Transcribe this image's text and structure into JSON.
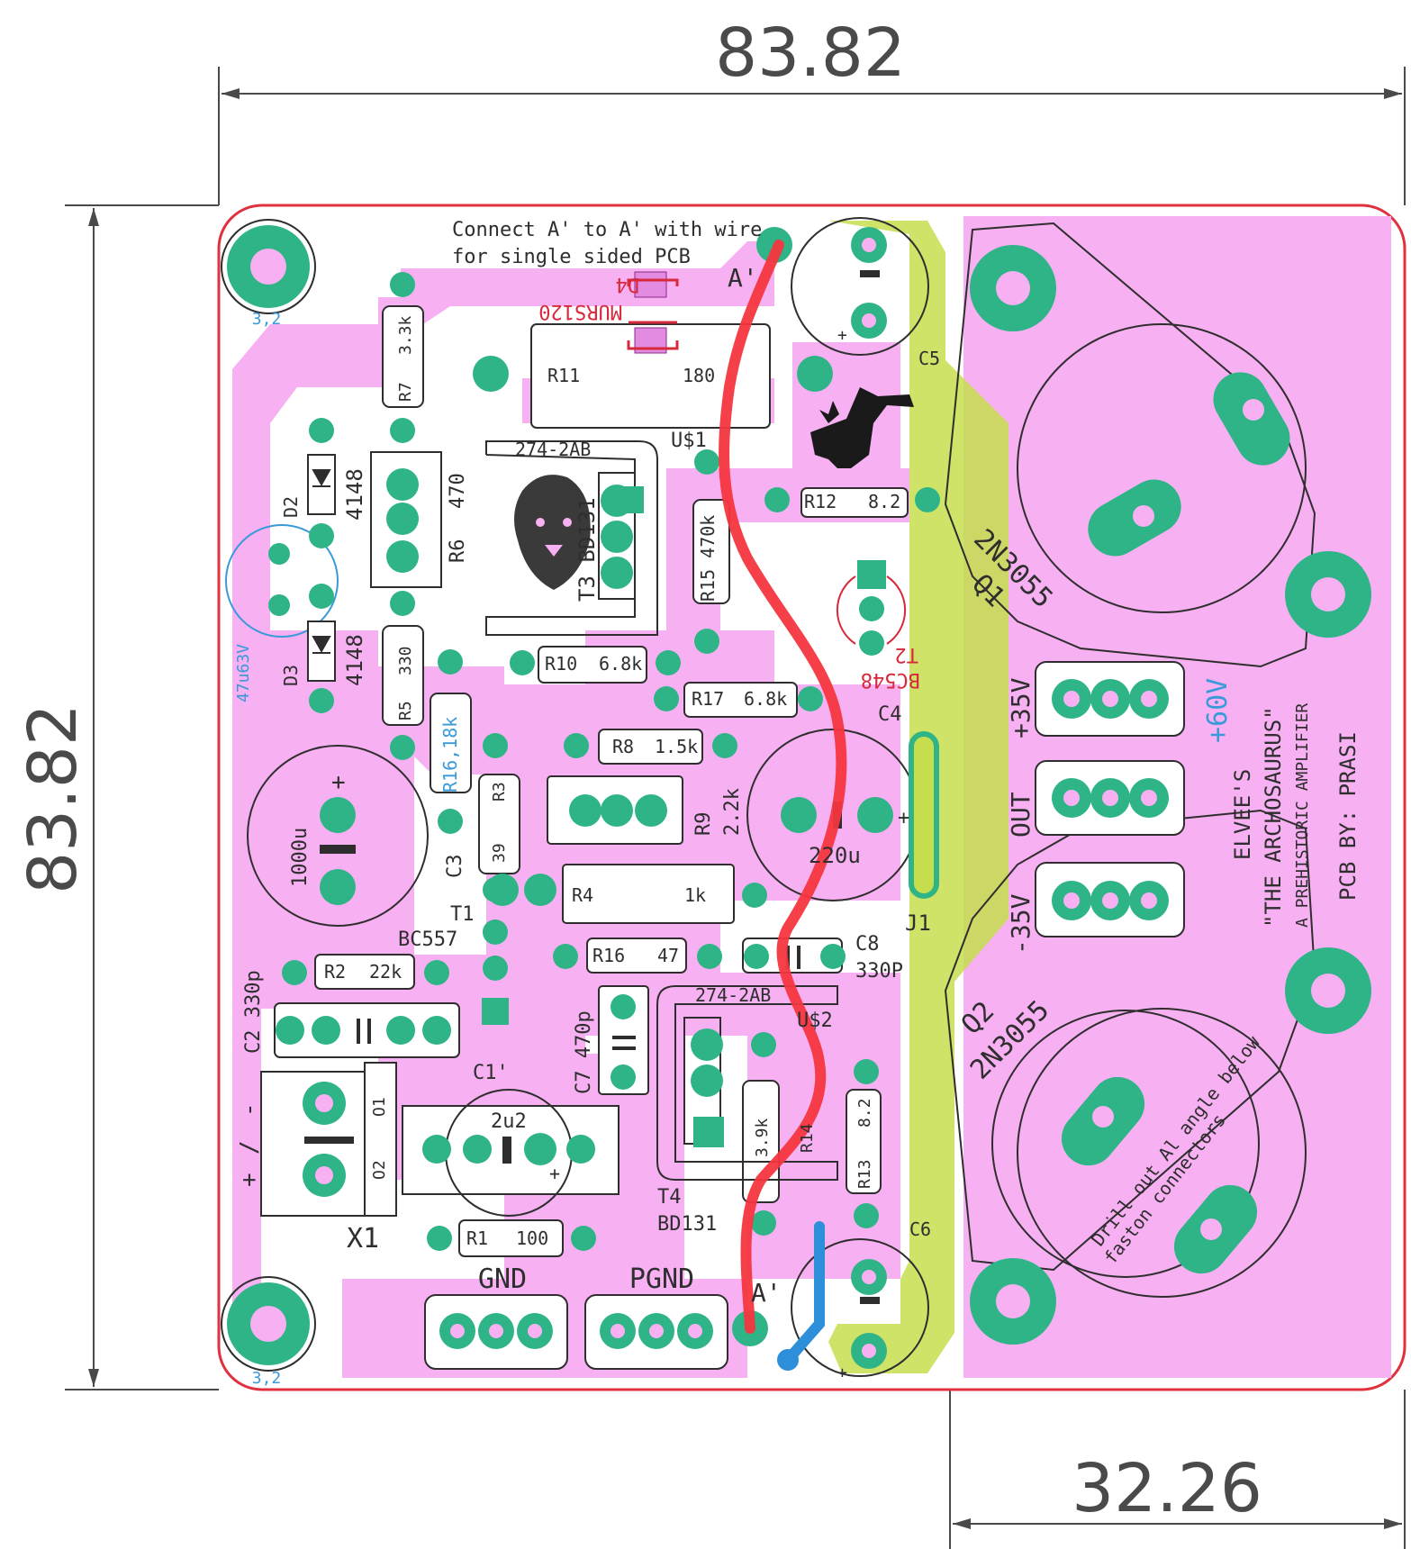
{
  "dimensions": {
    "top_width": "83.82",
    "left_height": "83.82",
    "bottom_width": "32.26"
  },
  "notes": {
    "line1": "Connect A' to A' with wire",
    "line2": "for single sided PCB",
    "drill": "Drill out Al angle below",
    "drill2": "faston connectors"
  },
  "labels": {
    "a_top": "A'",
    "a_bottom": "A'",
    "d4": "D4",
    "d4_val": "MURS120",
    "r11": "R11",
    "r11_val": "180",
    "r7": "R7",
    "r7_val": "3.3k",
    "d2": "D2",
    "d2_val": "4148",
    "d3": "D3",
    "d3_val": "4148",
    "r6": "R6",
    "r6_val": "470",
    "t3": "T3 BD131",
    "pkg1": "274-2AB",
    "us1": "U$1",
    "r15": "R15 470k",
    "r12": "R12",
    "r12_val": "8.2",
    "c5": "C5",
    "t2": "T2",
    "t2_val": "BC548",
    "c_blue": "47u63V",
    "r5": "R5",
    "r5_val": "330",
    "r10": "R10",
    "r10_val": "6.8k",
    "r17": "R17",
    "r17_val": "6.8k",
    "c4": "C4",
    "r16a": "R16,18k",
    "r3": "R3",
    "r3_val": "39",
    "r8": "R8",
    "r8_val": "1.5k",
    "r9": "R9",
    "r9_val": "2.2k",
    "c_big": "1000u",
    "c3": "C3",
    "c4_val": "220u",
    "r4": "R4",
    "r4_val": "1k",
    "j1": "J1",
    "t1": "T1",
    "t1_val": "BC557",
    "r16": "R16",
    "r16_val": "47",
    "c8": "C8",
    "c8_val": "330P",
    "r2": "R2",
    "r2_val": "22k",
    "c2": "C2 330p",
    "c7": "C7 470p",
    "pkg2": "274-2AB",
    "us2": "U$2",
    "c1": "C1'",
    "c1_val": "2u2",
    "x1": "X1",
    "x1_o1": "O1",
    "x1_o2": "O2",
    "x1_minus": "-",
    "x1_plus": "+",
    "x1_slash": "/",
    "r14": "R14",
    "r14_val": "3.9k",
    "r13": "R13",
    "r13_val": "8.2",
    "t4": "T4",
    "t4_val": "BD131",
    "r1": "R1",
    "r1_val": "100",
    "c6": "C6",
    "gnd": "GND",
    "pgnd": "PGND",
    "hole": "3,2",
    "q1": "2N3055",
    "q1_ref": "Q1",
    "q2": "2N3055",
    "q2_ref": "Q2",
    "v35p": "+35V",
    "vout": "OUT",
    "v35n": "-35V",
    "v60": "+60V",
    "credit1": "ELVEE'S",
    "credit2": "\"THE ARCHOSAURUS\"",
    "credit3": "A PREHISTORIC AMPLIFIER",
    "credit4": "PCB BY: PRASI",
    "plus": "+"
  },
  "colors": {
    "copper": "#f7b0f2",
    "pad": "#2fb487",
    "outline": "#e0313e",
    "heatsink": "#c6de4e",
    "wire": "#f5363f",
    "jumper": "#2d8fd9"
  }
}
